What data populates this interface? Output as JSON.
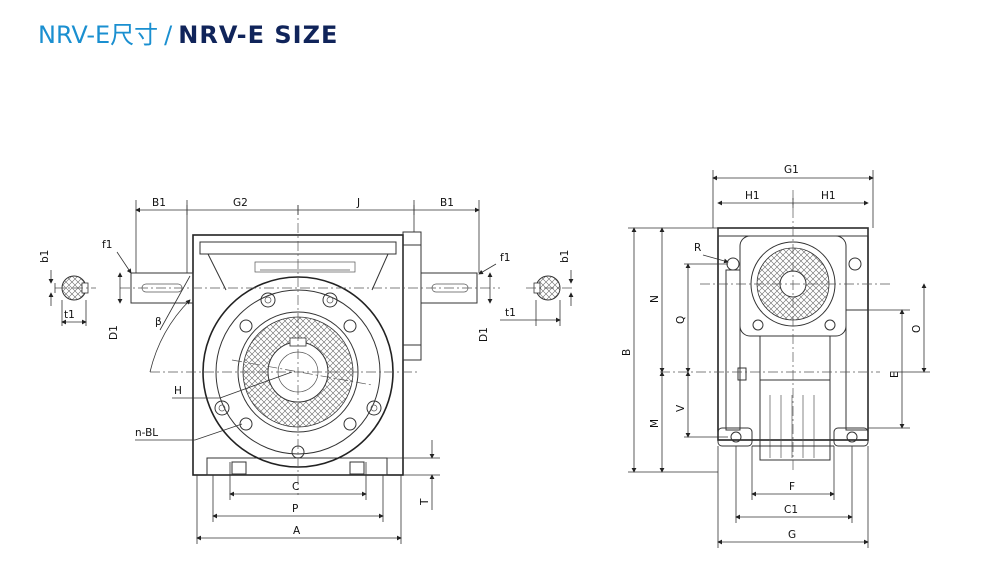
{
  "header": {
    "title_cn": "NRV-E尺寸",
    "separator": "/",
    "title_en": "NRV-E SIZE"
  },
  "colors": {
    "title_cn": "#1a8fd0",
    "title_en": "#10245a"
  },
  "front_view": {
    "labels": {
      "b1_left": "b1",
      "t1_left": "t1",
      "f1_left": "f1",
      "D1_left": "D1",
      "beta": "β",
      "H": "H",
      "nBL": "n-BL",
      "B1_left": "B1",
      "G2": "G2",
      "J": "J",
      "B1_right": "B1",
      "f1_right": "f1",
      "b1_right": "b1",
      "t1_right": "t1",
      "D1_right": "D1",
      "C": "C",
      "P": "P",
      "A": "A",
      "T": "T"
    }
  },
  "side_view": {
    "labels": {
      "G1": "G1",
      "H1_left": "H1",
      "H1_right": "H1",
      "R": "R",
      "B": "B",
      "N": "N",
      "Q": "Q",
      "M": "M",
      "V": "V",
      "O": "O",
      "E": "E",
      "F": "F",
      "C1": "C1",
      "G": "G"
    }
  }
}
